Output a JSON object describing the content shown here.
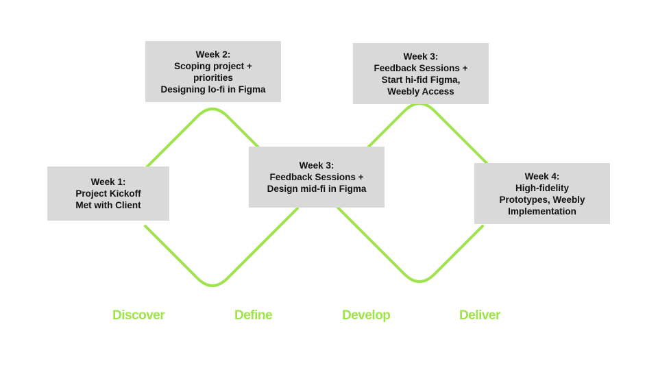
{
  "colors": {
    "line": "#9de34a",
    "box": "#d9d9d9",
    "text": "#111111",
    "phase": "#9de34a"
  },
  "boxes": {
    "week1": [
      "Week 1:",
      "Project Kickoff",
      "Met with Client"
    ],
    "week2": [
      "Week 2:",
      "Scoping project +",
      "priorities",
      "Designing lo-fi in Figma"
    ],
    "week3_mid": [
      "Week 3:",
      "Feedback Sessions +",
      "Design mid-fi in Figma"
    ],
    "week3_top": [
      "Week 3:",
      "Feedback Sessions +",
      "Start hi-fid Figma,",
      "Weebly Access"
    ],
    "week4": [
      "Week 4:",
      "High-fidelity",
      "Prototypes, Weebly",
      "Implementation"
    ]
  },
  "phases": {
    "discover": "Discover",
    "define": "Define",
    "develop": "Develop",
    "deliver": "Deliver"
  }
}
